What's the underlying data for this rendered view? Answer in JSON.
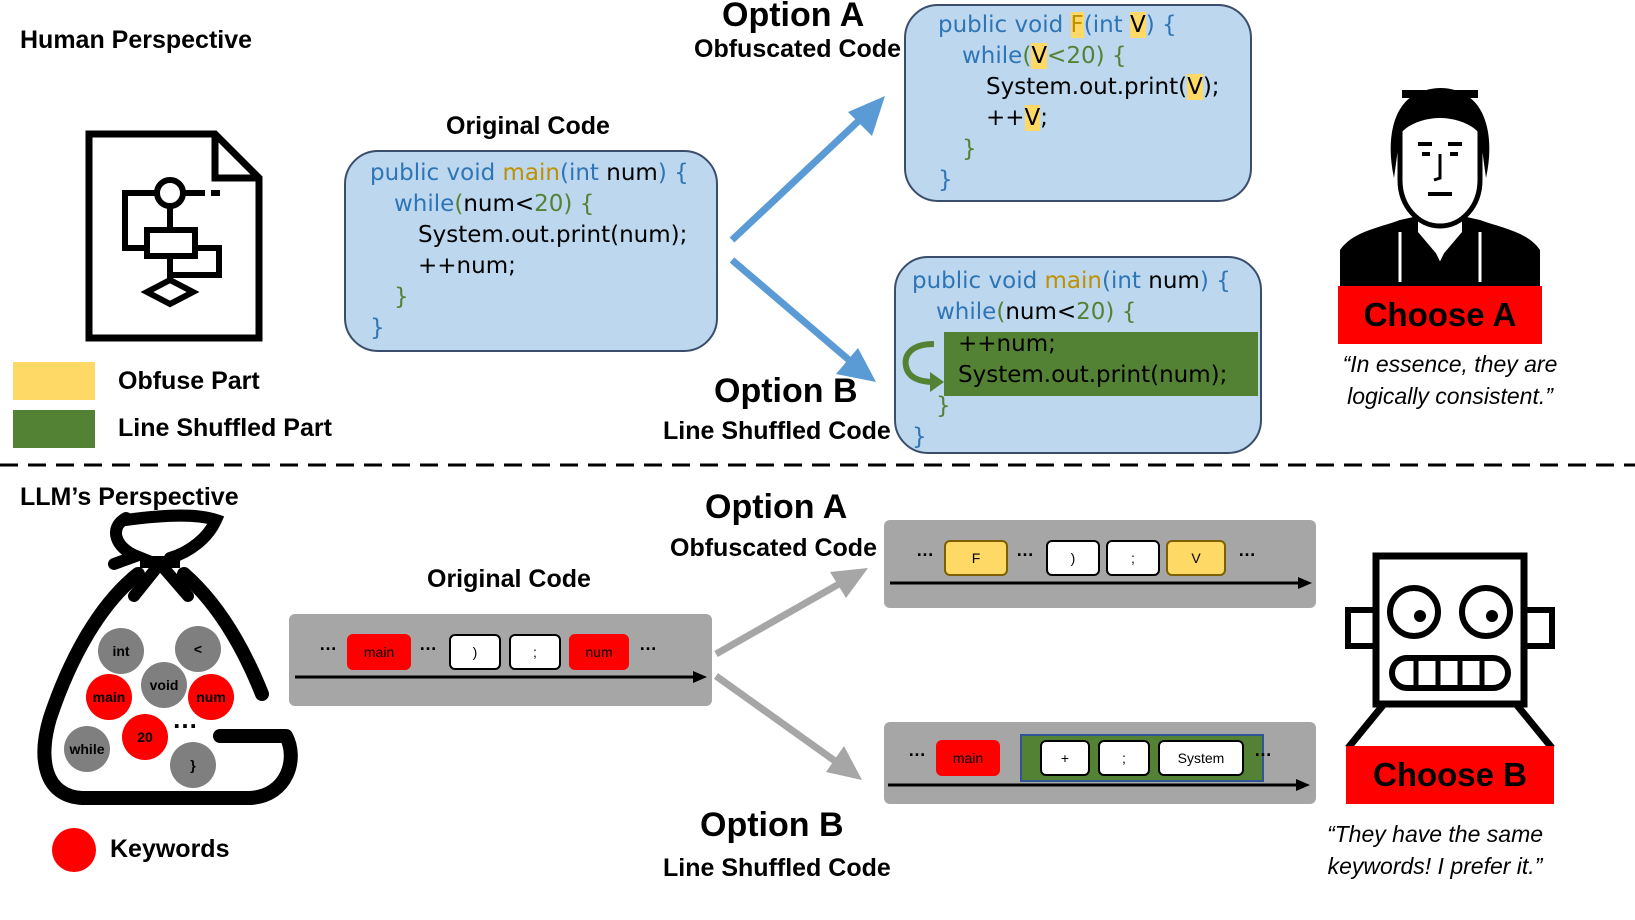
{
  "human": {
    "section_title": "Human Perspective",
    "original_code_label": "Original Code",
    "original_code": {
      "l1_kw1": "public void ",
      "l1_fn": "main",
      "l1_kw2": "(int ",
      "l1_var": "num",
      "l1_kw3": ") {",
      "l2_kw": "while",
      "l2_gr1": "(",
      "l2_var": "num<",
      "l2_gr2": "20) {",
      "l3": "System.out.print(num);",
      "l4": "++num;",
      "l5": "}",
      "l6": "}"
    },
    "option_a": {
      "title": "Option A",
      "subtitle": "Obfuscated Code",
      "l1_kw1": "public void ",
      "l1_fn": "F",
      "l1_kw2": "(int ",
      "l1_var": "V",
      "l1_kw3": ") {",
      "l2_kw": "while",
      "l2_gr1": "(",
      "l2_var": "V",
      "l2_gr2": "<20) {",
      "l3a": "System.out.print(",
      "l3_var": "V",
      "l3b": ");",
      "l4a": "++",
      "l4_var": "V",
      "l4b": ";",
      "l5": "}",
      "l6": "}"
    },
    "option_b": {
      "title": "Option B",
      "subtitle": "Line Shuffled Code",
      "l1_kw1": "public void ",
      "l1_fn": "main",
      "l1_kw2": "(int ",
      "l1_var": "num",
      "l1_kw3": ") {",
      "l2_kw": "while",
      "l2_gr1": "(",
      "l2_var": "num<",
      "l2_gr2": "20) {",
      "l3": "++num;",
      "l4": "System.out.print(num);",
      "l5": "}",
      "l6": "}"
    },
    "legend": {
      "obfuse_label": "Obfuse Part",
      "shuffled_label": "Line Shuffled Part",
      "obfuse_color": "#ffd966",
      "shuffled_color": "#548235"
    },
    "choice": "Choose A",
    "quote_l1": "“In essence, they are",
    "quote_l2": "logically consistent.”"
  },
  "llm": {
    "section_title": "LLM’s Perspective",
    "original_code_label": "Original Code",
    "original_tokens": [
      "main",
      ")",
      ";",
      "num"
    ],
    "option_a": {
      "title": "Option A",
      "subtitle": "Obfuscated Code",
      "tokens": [
        "F",
        ")",
        ";",
        "V"
      ]
    },
    "option_b": {
      "title": "Option B",
      "subtitle": "Line Shuffled Code",
      "tokens": [
        "main",
        "+",
        ";",
        "System"
      ]
    },
    "ellipsis": "…",
    "bag_balls": [
      "int",
      "<",
      "void",
      "main",
      "num",
      "20",
      "while",
      "}"
    ],
    "bag_ellipsis": "…",
    "legend_keywords": "Keywords",
    "keyword_color": "#ff0000",
    "choice": "Choose B",
    "quote_l1": "“They have the same",
    "quote_l2": "keywords! I prefer it.”"
  },
  "colors": {
    "code_box_bg": "#bdd7ee",
    "arrow_blue": "#5b9bd5",
    "arrow_gray": "#a6a6a6",
    "token_bar": "#a6a6a6",
    "choose_bg": "#ff0000"
  },
  "icons": {
    "human_doc": "flowchart-document-icon",
    "human_face": "man-face-icon",
    "llm_bag": "token-bag-icon",
    "llm_robot": "robot-face-icon"
  }
}
